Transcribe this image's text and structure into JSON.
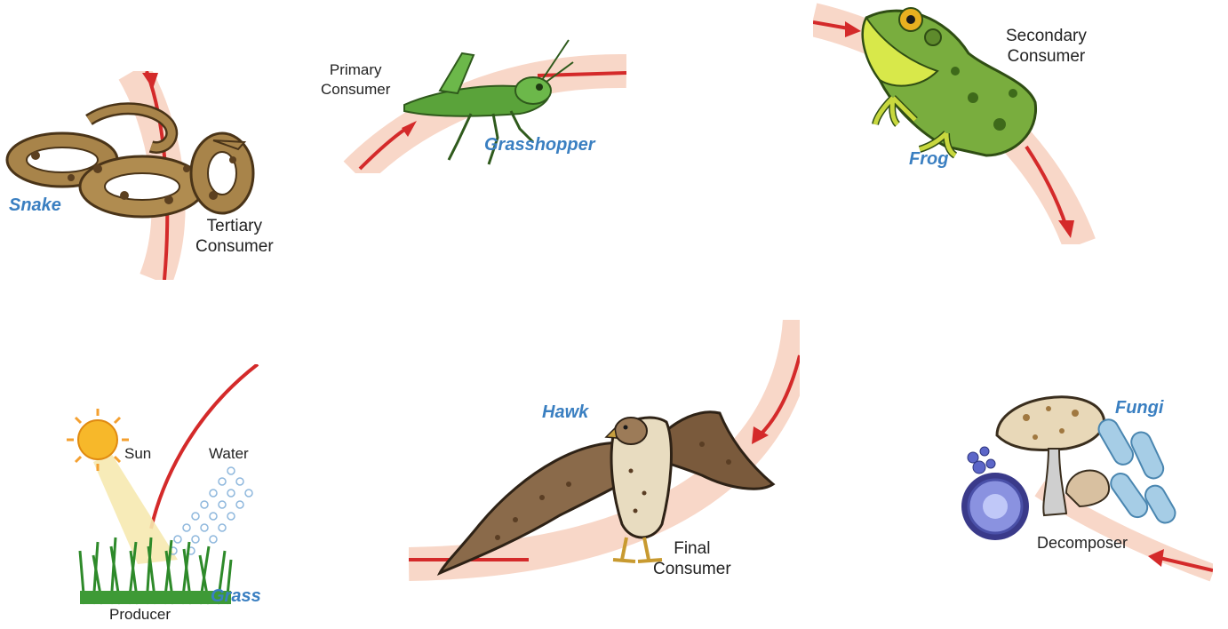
{
  "colors": {
    "accent_name": "#3a7fc1",
    "arrow": "#d42a2a",
    "band": "#f8d7c8",
    "text": "#222222"
  },
  "organisms": {
    "snake": {
      "name": "Snake",
      "role_line1": "Tertiary",
      "role_line2": "Consumer",
      "icon": "snake-icon"
    },
    "grasshopper": {
      "name": "Grasshopper",
      "role_line1": "Primary",
      "role_line2": "Consumer",
      "icon": "grasshopper-icon"
    },
    "frog": {
      "name": "Frog",
      "role_line1": "Secondary",
      "role_line2": "Consumer",
      "icon": "frog-icon"
    },
    "grass": {
      "name": "Grass",
      "role": "Producer",
      "sun_label": "Sun",
      "water_label": "Water",
      "icon": "grass-icon"
    },
    "hawk": {
      "name": "Hawk",
      "role_line1": "Final",
      "role_line2": "Consumer",
      "icon": "hawk-icon"
    },
    "fungi": {
      "name": "Fungi",
      "role": "Decomposer",
      "icon": "mushroom-icon"
    }
  }
}
